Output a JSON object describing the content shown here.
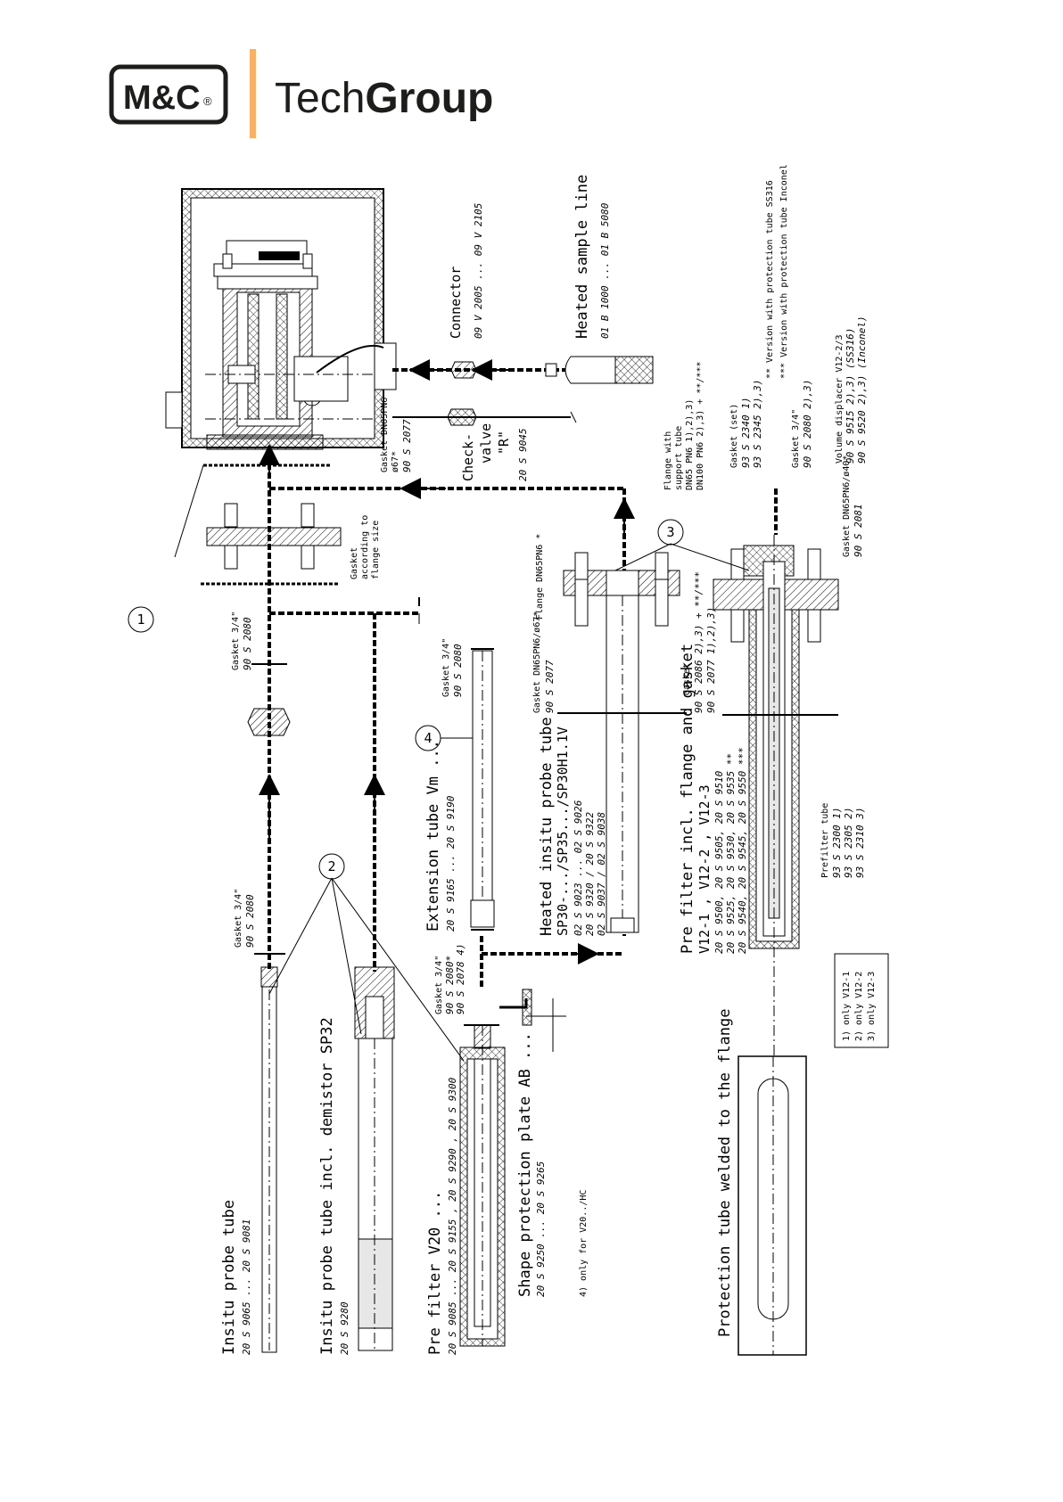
{
  "logo": {
    "brand": "M&C",
    "registered": "®",
    "tech": "Tech",
    "group": "Group",
    "colors": {
      "bar": "#f7b267",
      "text": "#1d1d1b"
    }
  },
  "balloons": [
    "1",
    "2",
    "3",
    "4"
  ],
  "labels": {
    "connector": "Connector",
    "connector_pn": "09 V 2005 ... 09 V 2105",
    "heated_line": "Heated sample line",
    "heated_line_pn": "01 B 1000 ... 01 B 5080",
    "gasket_dn65": "Gasket DN65PN6",
    "gasket_dn65_sub": "ø67*",
    "gasket_dn65_pn": "90 S 2077",
    "check_valve_1": "Check-",
    "check_valve_2": "valve",
    "check_valve_3": "\"R\"",
    "check_valve_pn": "20 S 9045",
    "gasket_size_1": "Gasket",
    "gasket_size_2": "according to",
    "gasket_size_3": "flange size",
    "gasket_34_top": "Gasket 3/4\"",
    "gasket_34_top_pn": "90 S 2080",
    "gasket_34_a": "Gasket 3/4\"",
    "gasket_34_a_pn": "90 S 2080",
    "gasket_34_b": "Gasket 3/4\"",
    "gasket_34_b_pn": "90 S 2080",
    "gasket_34_c": "Gasket 3/4\"",
    "gasket_34_c_pn1": "90 S 2080*",
    "gasket_34_c_pn2": "90 S 2078 4)",
    "flange_dn65": "Flange DN65PN6 *",
    "gasket_dn65_2": "Gasket DN65PN6/ø67*",
    "gasket_dn65_2_pn": "90 S 2077",
    "flange_support_1": "Flange with",
    "flange_support_2": "support tube",
    "flange_support_3": "DN65 PN6    1),2),3)",
    "flange_support_4": "DN100 PN6  2),3) + **/***",
    "gasket_set": "Gasket (set)",
    "gasket_set_pn1": "93 S 2340 1)",
    "gasket_set_pn2": "93 S 2345 2),3)",
    "gasket_34_d": "Gasket 3/4\"",
    "gasket_34_d_pn": "90 S 2080 2),3)",
    "vol_disp": "Volume displacer V12-2/3",
    "vol_disp_pn1": "90 S 9515 2),3)  (SS316)",
    "vol_disp_pn2": "90 S 9520 2),3)  (Inconel)",
    "gasket_040": "Gasket DN65PN6/ø40*",
    "gasket_040_pn": "90 S 2081",
    "gasket_e": "Gasket",
    "gasket_e_pn1": "90 S 2086 2),3) + **/***",
    "gasket_e_pn2": "90 S 2077 1),2),3)",
    "note_ss": "**  Version with protection tube SS316",
    "note_inc": "*** Version with protection tube Inconel",
    "insitu": "Insitu probe tube",
    "insitu_pn": "20 S 9065 ... 20 S 9081",
    "demistor": "Insitu probe tube incl. demistor SP32",
    "demistor_pn": "20 S 9280",
    "prefilter_v20": "Pre filter V20 ...",
    "prefilter_v20_pn": "20 S 9085 ... 20 S 9155 , 20 S 9290 , 20 S 9300",
    "shape": "Shape protection plate AB ...",
    "shape_pn": "20 S 9250 ... 20 S 9265",
    "note4": "4) only for V20../HC",
    "extension": "Extension tube Vm ...",
    "extension_pn": "20 S 9165 ... 20 S 9190",
    "heated_insitu": "Heated insitu probe tube",
    "heated_insitu_2": "SP30-.../SP35.../SP30H1.1V",
    "heated_pn1": "02 S 9023 ...  02 S 9026",
    "heated_pn2": "20 S 9320  /  20 S 9322",
    "heated_pn3": "02 S 9037  /  02 S 9038",
    "prefilter_v12": "Pre filter incl. flange and gasket",
    "prefilter_v12_2": "V12-1 , V12-2 , V12-3",
    "prefilter_v12_pn1": "20 S 9500, 20 S 9505, 20 S 9510",
    "prefilter_v12_pn2": "20 S 9525, 20 S 9530, 20 S 9535 **",
    "prefilter_v12_pn3": "20 S 9540, 20 S 9545, 20 S 9550 ***",
    "prefilter_tube": "Prefilter tube",
    "prefilter_tube_pn1": "93 S 2300 1)",
    "prefilter_tube_pn2": "93 S 2305 2)",
    "prefilter_tube_pn3": "93 S 2310 3)",
    "legend1": "1) only V12-1",
    "legend2": "2) only V12-2",
    "legend3": "3) only V12-3",
    "protection": "Protection tube welded to the flange"
  }
}
